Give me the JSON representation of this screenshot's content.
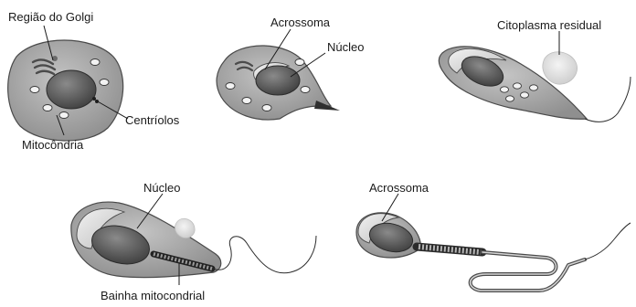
{
  "labels": {
    "golgi_region": "Região do Golgi",
    "acrosome_top": "Acrossoma",
    "nucleus_top": "Núcleo",
    "residual_cytoplasm": "Citoplasma residual",
    "centrioles": "Centríolos",
    "mitochondria": "Mitocôndria",
    "nucleus_bottom": "Núcleo",
    "acrosome_bottom": "Acrossoma",
    "mitochondrial_sheath": "Bainha mitocondrial"
  },
  "colors": {
    "cytoplasm": "#a9a9a9",
    "nucleus": "#5c5c5c",
    "outline": "#3a3a3a",
    "acrosome": "#e2e2e2",
    "tail": "#2a2a2a"
  }
}
